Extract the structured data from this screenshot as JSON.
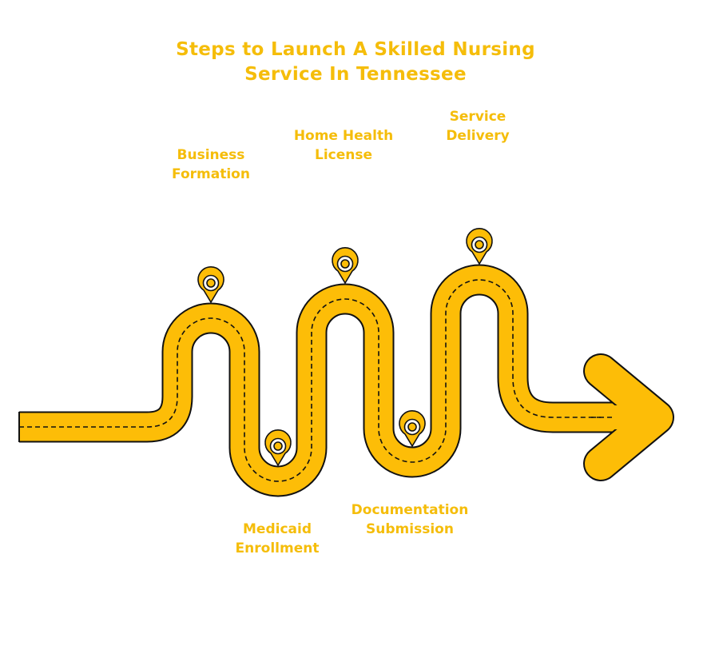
{
  "title": {
    "line1": "Steps to Launch A Skilled Nursing",
    "line2": "Service In Tennessee"
  },
  "steps": [
    {
      "line1": "Business",
      "line2": "Formation"
    },
    {
      "line1": "Medicaid",
      "line2": "Enrollment"
    },
    {
      "line1": "Home Health",
      "line2": "License"
    },
    {
      "line1": "Documentation",
      "line2": "Submission"
    },
    {
      "line1": "Service",
      "line2": "Delivery"
    }
  ],
  "colors": {
    "road": "#fdbd07",
    "outline": "#111111",
    "text": "#f5bd0a",
    "background": "#ffffff"
  },
  "icons": {
    "marker": "map-pin-icon",
    "end": "arrow-head-icon"
  }
}
